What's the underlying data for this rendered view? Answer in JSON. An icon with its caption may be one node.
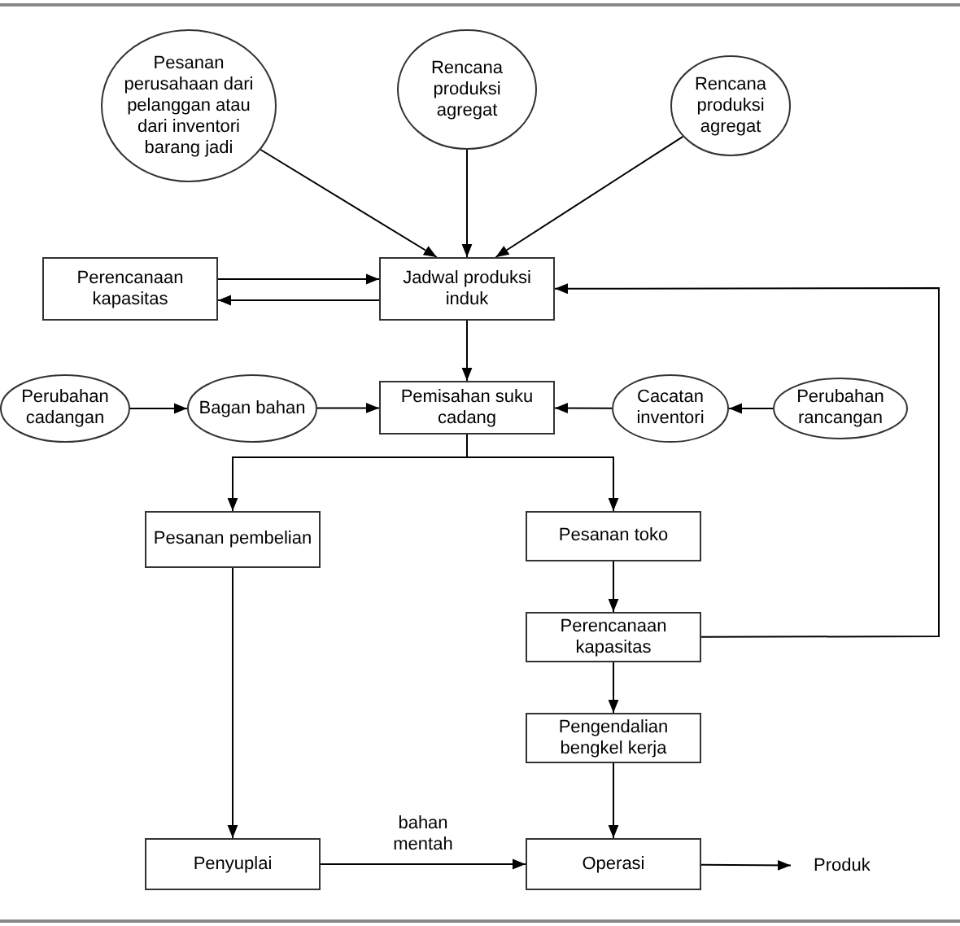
{
  "diagram": {
    "nodes": [
      {
        "text": [
          "Pesanan perusahaan dari pelanggan atau dari inventori barang jadi"
        ]
      },
      {
        "text": [
          "Rencana produksi agregat"
        ]
      },
      {
        "text": [
          "Rencana produksi agregat"
        ]
      },
      {
        "text": [
          "Perencanaan kapasitas"
        ]
      },
      {
        "text": [
          "Jadwal produksi induk"
        ]
      },
      {
        "text": [
          "Perubahan cadangan"
        ]
      },
      {
        "text": [
          "Bagan bahan"
        ]
      },
      {
        "text": [
          "Pemisahan suku cadang"
        ]
      },
      {
        "text": [
          "Cacatan inventori"
        ]
      },
      {
        "text": [
          "Perubahan rancangan"
        ]
      },
      {
        "text": [
          "Pesanan pembelian"
        ]
      },
      {
        "text": [
          "Pesanan toko"
        ]
      },
      {
        "text": [
          "Perencanaan kapasitas"
        ]
      },
      {
        "text": [
          "Pengendalian bengkel kerja"
        ]
      },
      {
        "text": [
          "Penyuplai"
        ]
      },
      {
        "text": [
          "Operasi"
        ]
      },
      {
        "text": [
          "Produk"
        ]
      }
    ],
    "edges": [
      {
        "from": 0,
        "to": 4,
        "arrow": "to"
      },
      {
        "from": 1,
        "to": 4,
        "arrow": "to"
      },
      {
        "from": 2,
        "to": 4,
        "arrow": "to"
      },
      {
        "from": 3,
        "to": 4,
        "arrow": "to"
      },
      {
        "from": 4,
        "to": 3,
        "arrow": "to"
      },
      {
        "from": 12,
        "to": 4,
        "arrow": "to"
      },
      {
        "from": 4,
        "to": 7,
        "arrow": "to"
      },
      {
        "from": 5,
        "to": 6,
        "arrow": "to"
      },
      {
        "from": 6,
        "to": 7,
        "arrow": "to"
      },
      {
        "from": 8,
        "to": 7,
        "arrow": "to"
      },
      {
        "from": 9,
        "to": 8,
        "arrow": "to"
      },
      {
        "from": 7,
        "to": 10,
        "arrow": "to"
      },
      {
        "from": 7,
        "to": 11,
        "arrow": "to"
      },
      {
        "from": 11,
        "to": 12,
        "arrow": "to"
      },
      {
        "from": 12,
        "to": 13,
        "arrow": "to"
      },
      {
        "from": 13,
        "to": 15,
        "arrow": "to"
      },
      {
        "from": 10,
        "to": 14,
        "arrow": "to"
      },
      {
        "from": 14,
        "to": 15,
        "arrow": "to",
        "label": "bahan mentah"
      },
      {
        "from": 15,
        "to": 16,
        "arrow": "to"
      }
    ]
  }
}
